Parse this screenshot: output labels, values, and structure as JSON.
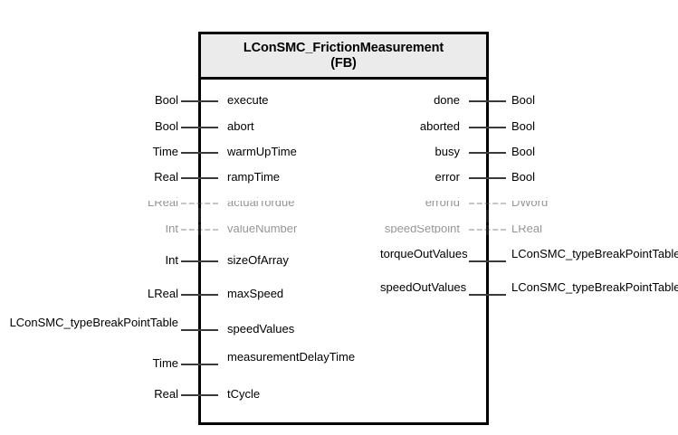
{
  "block": {
    "name": "LConSMC_FrictionMeasurement",
    "kind": "(FB)"
  },
  "inputs": [
    {
      "name": "execute",
      "type": "Bool",
      "degraded": false
    },
    {
      "name": "abort",
      "type": "Bool",
      "degraded": false
    },
    {
      "name": "warmUpTime",
      "type": "Time",
      "degraded": false
    },
    {
      "name": "rampTime",
      "type": "Real",
      "degraded": false
    },
    {
      "name": "actualTorque",
      "type": "LReal",
      "degraded": true
    },
    {
      "name": "valueNumber",
      "type": "Int",
      "degraded": true
    },
    {
      "name": "sizeOfArray",
      "type": "Int",
      "degraded": false
    },
    {
      "name": "maxSpeed",
      "type": "LReal",
      "degraded": false
    },
    {
      "name": "speedValues",
      "type": "LConSMC_typeBreakPointTable",
      "degraded": false
    },
    {
      "name": "measurementDelayTime",
      "type": "Time",
      "degraded": false
    },
    {
      "name": "tCycle",
      "type": "Real",
      "degraded": false
    }
  ],
  "outputs": [
    {
      "name": "done",
      "type": "Bool",
      "degraded": false
    },
    {
      "name": "aborted",
      "type": "Bool",
      "degraded": false
    },
    {
      "name": "busy",
      "type": "Bool",
      "degraded": false
    },
    {
      "name": "error",
      "type": "Bool",
      "degraded": false
    },
    {
      "name": "errorId",
      "type": "DWord",
      "degraded": true
    },
    {
      "name": "speedSetpoint",
      "type": "LReal",
      "degraded": true
    },
    {
      "name": "torqueOutValues",
      "type": "LConSMC_typeBreakPointTable",
      "degraded": false
    },
    {
      "name": "speedOutValues",
      "type": "LConSMC_typeBreakPointTable",
      "degraded": false
    }
  ],
  "style": {
    "header_fill": "#ebebeb",
    "border_color": "#000000",
    "line_color": "#3a3a3a",
    "text_color": "#000000",
    "background": "#ffffff"
  },
  "layout": {
    "input_row_y": [
      111,
      140,
      168,
      196,
      224,
      253,
      288,
      325,
      364,
      402,
      436
    ],
    "output_row_y": [
      111,
      140,
      168,
      196,
      224,
      253,
      288,
      325
    ]
  }
}
